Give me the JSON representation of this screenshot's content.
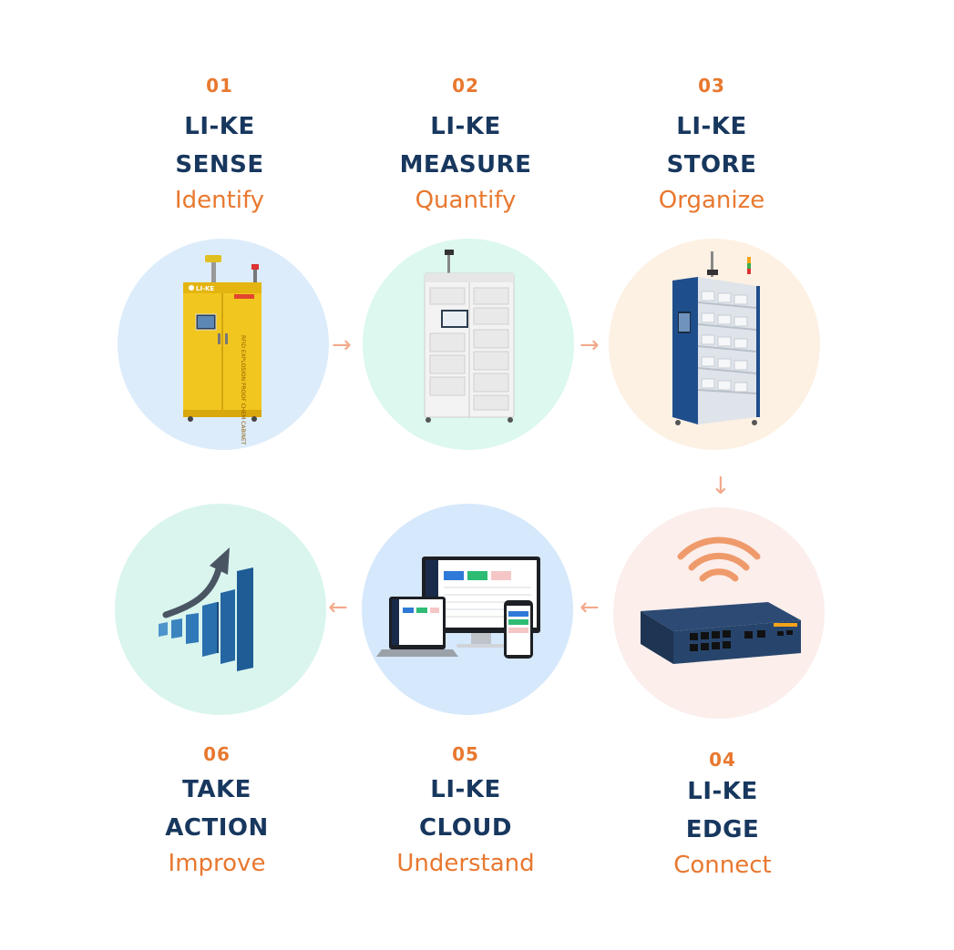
{
  "steps": [
    {
      "number": "01",
      "title_line1": "LI-KE",
      "title_line2": "SENSE",
      "subtitle": "Identify",
      "image": "yellow-explosion-proof-cabinet",
      "cabinet_text": "RFID EXPLOSION PROOF CHEM CABINET",
      "bg": "#dcecfb"
    },
    {
      "number": "02",
      "title_line1": "LI-KE",
      "title_line2": "MEASURE",
      "subtitle": "Quantify",
      "image": "white-weighing-cabinet",
      "bg": "#dcf8ef"
    },
    {
      "number": "03",
      "title_line1": "LI-KE",
      "title_line2": "STORE",
      "subtitle": "Organize",
      "image": "blue-storage-cabinet",
      "bg": "#fdf1e4"
    },
    {
      "number": "04",
      "title_line1": "LI-KE",
      "title_line2": "EDGE",
      "subtitle": "Connect",
      "image": "wifi-network-switch",
      "bg": "#fbeeeb"
    },
    {
      "number": "05",
      "title_line1": "LI-KE",
      "title_line2": "CLOUD",
      "subtitle": "Understand",
      "image": "cloud-dashboard-devices",
      "bg": "#d6e8fb"
    },
    {
      "number": "06",
      "title_line1": "TAKE",
      "title_line2": "ACTION",
      "subtitle": "Improve",
      "image": "growth-bar-chart",
      "bg": "#d9f5ee"
    }
  ],
  "brand": {
    "logo_text": "LI-KE"
  },
  "colors": {
    "number": "#e8782f",
    "title": "#17375e",
    "subtitle": "#e8782f",
    "arrow": "#f2a98a"
  },
  "arrows": {
    "right": "→",
    "down": "↓",
    "left": "←"
  }
}
